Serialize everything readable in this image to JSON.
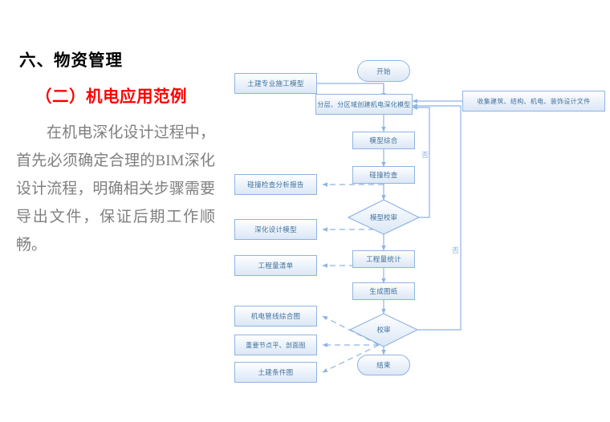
{
  "slide": {
    "heading_main": "六、物资管理",
    "heading_sub": "（二）机电应用范例",
    "body_text": "在机电深化设计过程中，首先必须确定合理的BIM深化设计流程，明确相关步骤需要导出文件，保证后期工作顺畅。",
    "heading_sub_color": "#FF0000",
    "body_text_color": "#7F7F7F",
    "flow_line_color": "#8EB4E3",
    "flow_text_color": "#41719C"
  },
  "flowchart": {
    "nodes": {
      "start": "开始",
      "civil_model": "土建专业施工模型",
      "collect_files": "收集建筑、结构、机电、装饰设计文件",
      "create_model": "分层、分区域创建机电深化模型",
      "model_integrate": "模型综合",
      "clash_check": "碰撞检查",
      "clash_report": "碰撞检查分析报告",
      "model_review": "模型校审",
      "deepen_model": "深化设计模型",
      "quantity_stats": "工程量统计",
      "quantity_list": "工程量清单",
      "generate_drawings": "生成图纸",
      "final_review": "校审",
      "mep_composite_drawing": "机电管线综合图",
      "key_node_drawing": "重要节点平、剖面图",
      "civil_condition_drawing": "土建条件图",
      "end": "结束"
    },
    "edge_labels": {
      "no_upper": "否",
      "no_lower": "否"
    }
  }
}
